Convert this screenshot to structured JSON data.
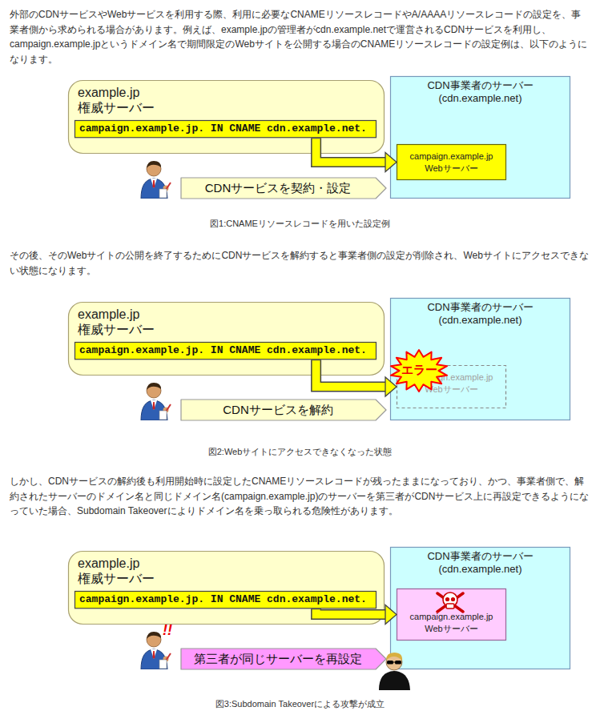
{
  "diagram": {
    "nodes": [
      {
        "text": [
          "example.jp 権威サーバー"
        ]
      },
      {
        "text": [
          "campaign.example.jp. IN CNAME cdn.example.net."
        ],
        "in": 0
      },
      {
        "text": [
          "CDN事業者のサーバー (cdn.example.net)"
        ]
      },
      {
        "text": [
          "campaign.example.jp Webサーバー"
        ],
        "in": 2
      },
      {
        "text": [
          "CDNサービスを契約・設定"
        ]
      },
      {
        "text": [
          "example.jp 権威サーバー"
        ]
      },
      {
        "text": [
          "campaign.example.jp. IN CNAME cdn.example.net."
        ],
        "in": 5
      },
      {
        "text": [
          "CDN事業者のサーバー (cdn.example.net)"
        ]
      },
      {
        "text": [
          "campaign.example.jp Webサーバー"
        ],
        "in": 7
      },
      {
        "text": [
          "CDNサービスを解約"
        ]
      },
      {
        "text": [
          "エラー"
        ]
      },
      {
        "text": [
          "example.jp 権威サーバー"
        ]
      },
      {
        "text": [
          "campaign.example.jp. IN CNAME cdn.example.net."
        ],
        "in": 11
      },
      {
        "text": [
          "CDN事業者のサーバー (cdn.example.net)"
        ]
      },
      {
        "text": [
          "campaign.example.jp Webサーバー"
        ],
        "in": 13
      },
      {
        "text": [
          "第三者が同じサーバーを再設定"
        ]
      }
    ],
    "edges": [
      {
        "from": 1,
        "to": 3,
        "arrow": "to"
      },
      {
        "from": 6,
        "to": 8,
        "arrow": "to"
      },
      {
        "from": 12,
        "to": 14,
        "arrow": "to"
      }
    ],
    "labels": [
      "外部のCDNサービスやWebサービスを利用する際、利用に必要なCNAMEリソースレコードやA/AAAAリソースレコードの設定を、事業者側から求められる場合があります。例えば、example.jpの管理者がcdn.example.netで運営されるCDNサービスを利用し、campaign.example.jpというドメイン名で期間限定のWebサイトを公開する場合のCNAMEリソースレコードの設定例は、以下のようになります。",
      "図1:CNAMEリソースレコードを用いた設定例",
      "その後、そのWebサイトの公開を終了するためにCDNサービスを解約すると事業者側の設定が削除され、Webサイトにアクセスできない状態になります。",
      "図2:Webサイトにアクセスできなくなった状態",
      "しかし、CDNサービスの解約後も利用開始時に設定したCNAMEリソースレコードが残ったままになっており、かつ、事業者側で、解約されたサーバーのドメイン名と同じドメイン名(campaign.example.jp)のサーバーを第三者がCDNサービス上に再設定できるようになっていた場合、Subdomain Takeoverによりドメイン名を乗っ取られる危険性があります。",
      "!!",
      "図3:Subdomain Takeoverによる攻撃が成立"
    ]
  }
}
